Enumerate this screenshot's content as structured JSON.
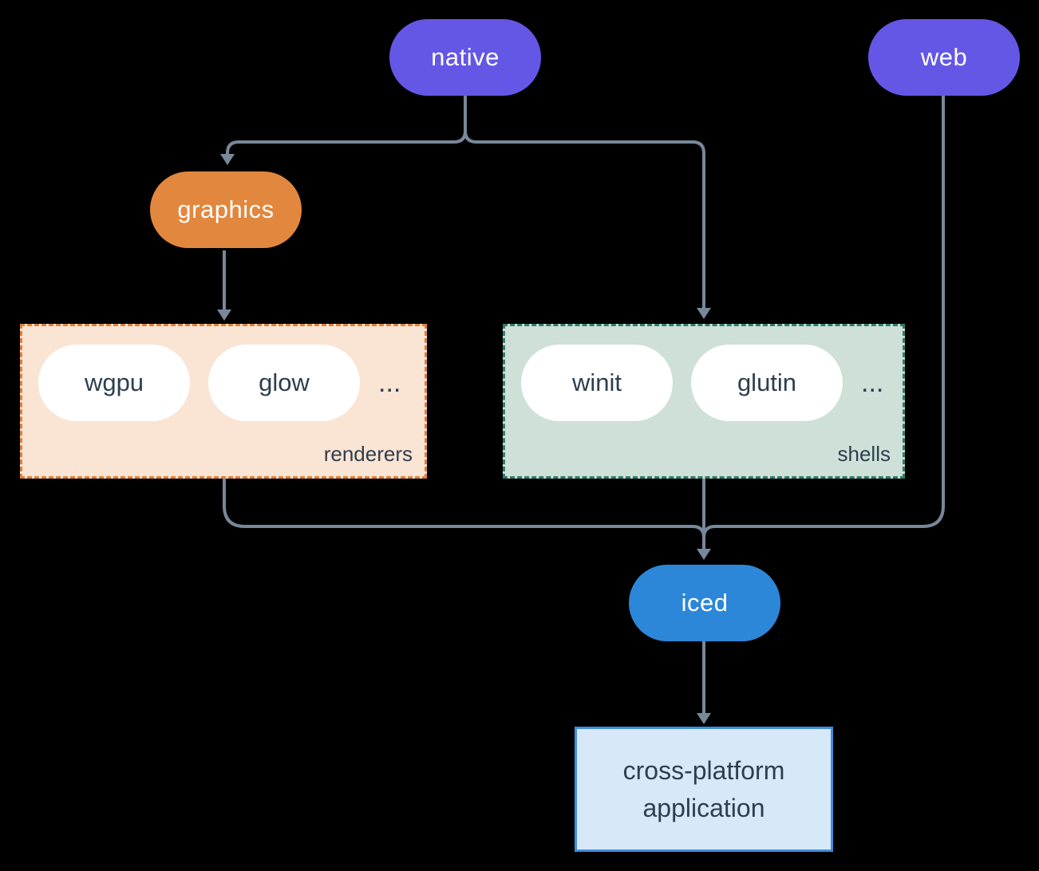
{
  "diagram": {
    "nodes": {
      "native": {
        "label": "native"
      },
      "web": {
        "label": "web"
      },
      "graphics": {
        "label": "graphics"
      },
      "iced": {
        "label": "iced"
      },
      "app": {
        "label_line1": "cross-platform",
        "label_line2": "application"
      }
    },
    "groups": {
      "renderers": {
        "label": "renderers",
        "items": [
          "wgpu",
          "glow"
        ],
        "ellipsis": "..."
      },
      "shells": {
        "label": "shells",
        "items": [
          "winit",
          "glutin"
        ],
        "ellipsis": "..."
      }
    }
  },
  "colors": {
    "canvas_bg": "#000000",
    "node_native": "#6457E6",
    "node_graphics": "#E2873E",
    "node_iced": "#2D87D8",
    "pill_bg": "#FFFFFF",
    "group_renderers_bg": "#FAE4D4",
    "group_renderers_border": "#E08038",
    "group_shells_bg": "#CEE0D8",
    "group_shells_border": "#2F7D6D",
    "app_bg": "#D7E9F8",
    "app_border": "#3E8EDE",
    "edge": "#78889A",
    "text_dark": "#2E3E4E",
    "text_light": "#FFFFFF"
  }
}
